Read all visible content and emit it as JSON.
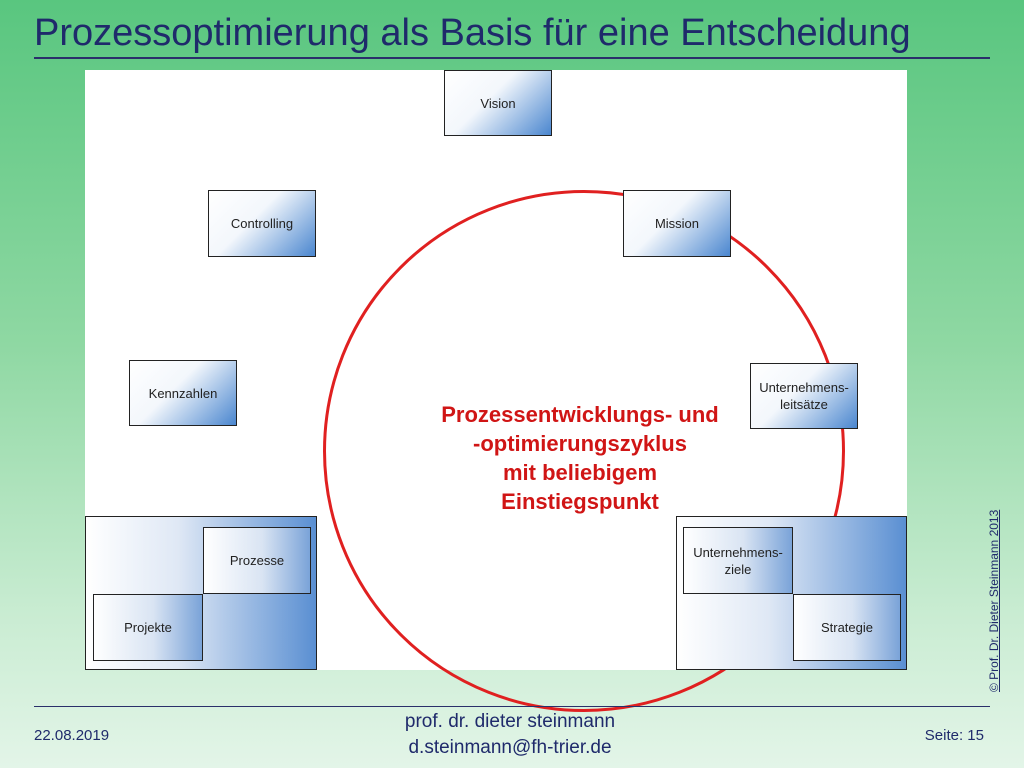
{
  "slide": {
    "title": "Prozessoptimierung als Basis für eine Entscheidung"
  },
  "diagram": {
    "center_lines": [
      "Prozessentwicklungs- und",
      "-optimierungszyklus",
      "mit beliebigem",
      "Einstiegspunkt"
    ],
    "nodes": {
      "vision": "Vision",
      "mission": "Mission",
      "leitsaetze": "Unternehmens-\nleitsätze",
      "controlling": "Controlling",
      "kennzahlen": "Kennzahlen",
      "prozesse": "Prozesse",
      "projekte": "Projekte",
      "ziele": "Unternehmens-\nziele",
      "strategie": "Strategie"
    },
    "colors": {
      "cycle": "#e02020",
      "center_text": "#d01515",
      "box_accent": "#4a86cf"
    }
  },
  "copyright": "© Prof. Dr. Dieter Steinmann 2013",
  "footer": {
    "date": "22.08.2019",
    "author_name": "prof. dr. dieter steinmann",
    "author_email": "d.steinmann@fh-trier.de",
    "page": "Seite: 15"
  }
}
